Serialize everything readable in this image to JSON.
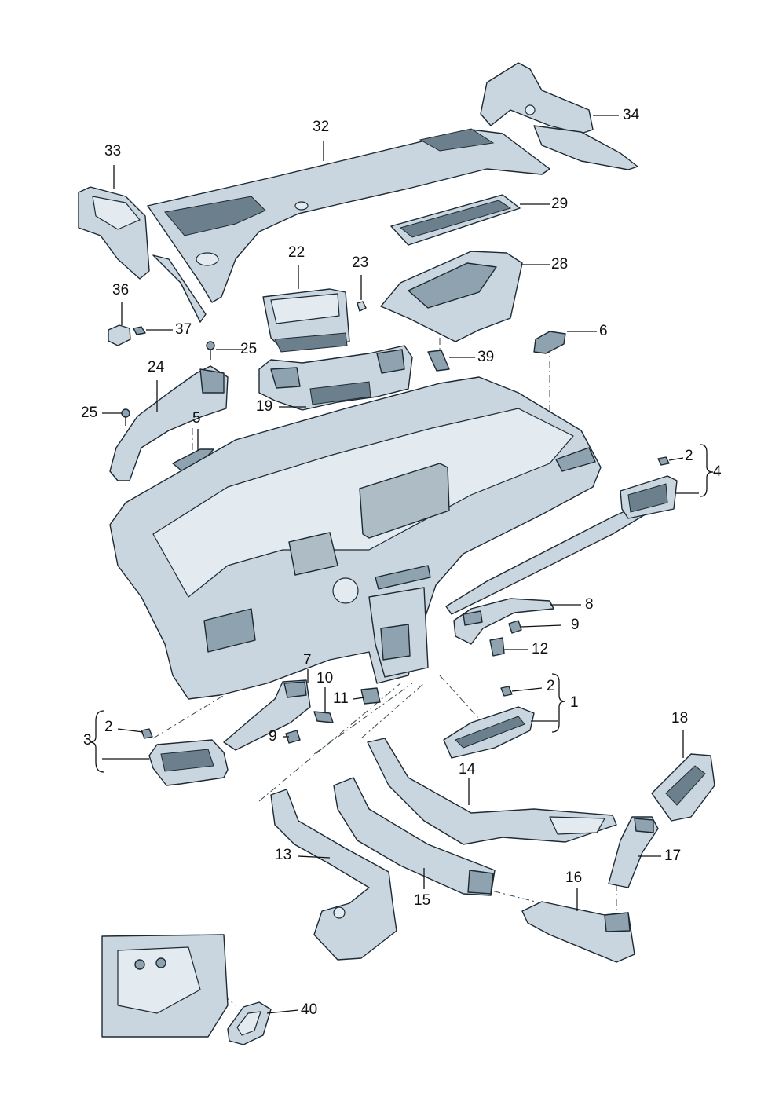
{
  "diagram": {
    "callouts": {
      "c1": "1",
      "c2a": "2",
      "c2b": "2",
      "c2c": "2",
      "c3": "3",
      "c4": "4",
      "c5": "5",
      "c6": "6",
      "c7": "7",
      "c8": "8",
      "c9a": "9",
      "c9b": "9",
      "c10": "10",
      "c11": "11",
      "c12": "12",
      "c13": "13",
      "c14": "14",
      "c15": "15",
      "c16": "16",
      "c17": "17",
      "c18": "18",
      "c19": "19",
      "c22": "22",
      "c23": "23",
      "c24": "24",
      "c25a": "25",
      "c25b": "25",
      "c28": "28",
      "c29": "29",
      "c32": "32",
      "c33": "33",
      "c34": "34",
      "c36": "36",
      "c37": "37",
      "c39": "39",
      "c40": "40"
    },
    "colors": {
      "part_fill": "#c9d6df",
      "part_outline": "#1d2a33",
      "label_text": "#111111"
    }
  }
}
